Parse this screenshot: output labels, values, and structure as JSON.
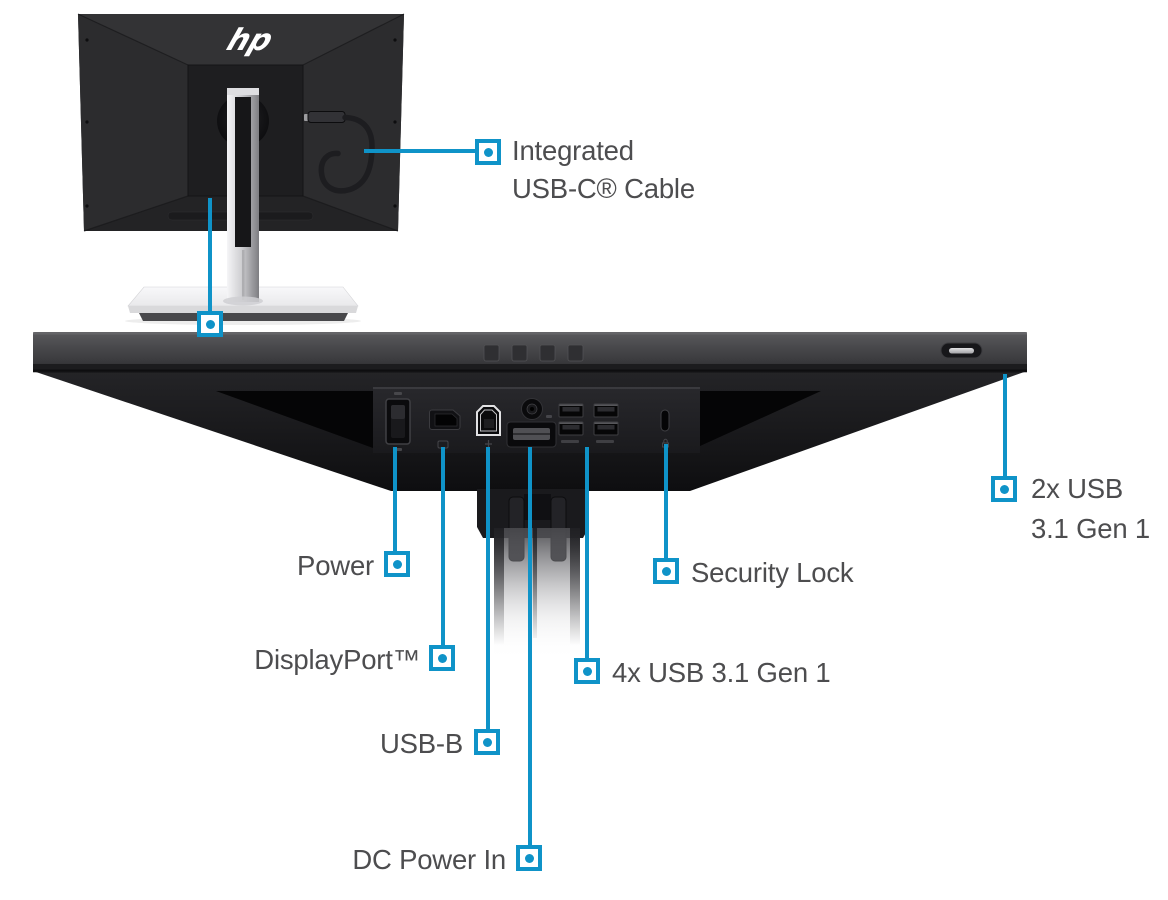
{
  "colors": {
    "accent": "#0f93c8",
    "label_text": "#4d4d4f"
  },
  "monitor": {
    "logo": "hp"
  },
  "callouts": {
    "integrated_usb_c": {
      "line1": "Integrated",
      "line2": "USB-C® Cable"
    },
    "power": {
      "label": "Power"
    },
    "displayport": {
      "label": "DisplayPort™"
    },
    "usb_b": {
      "label": "USB-B"
    },
    "dc_power_in": {
      "label": "DC Power In"
    },
    "usb_4x": {
      "label": "4x USB 3.1 Gen 1"
    },
    "security_lock": {
      "label": "Security Lock"
    },
    "usb_2x": {
      "line1": "2x USB",
      "line2": "3.1 Gen 1"
    }
  }
}
